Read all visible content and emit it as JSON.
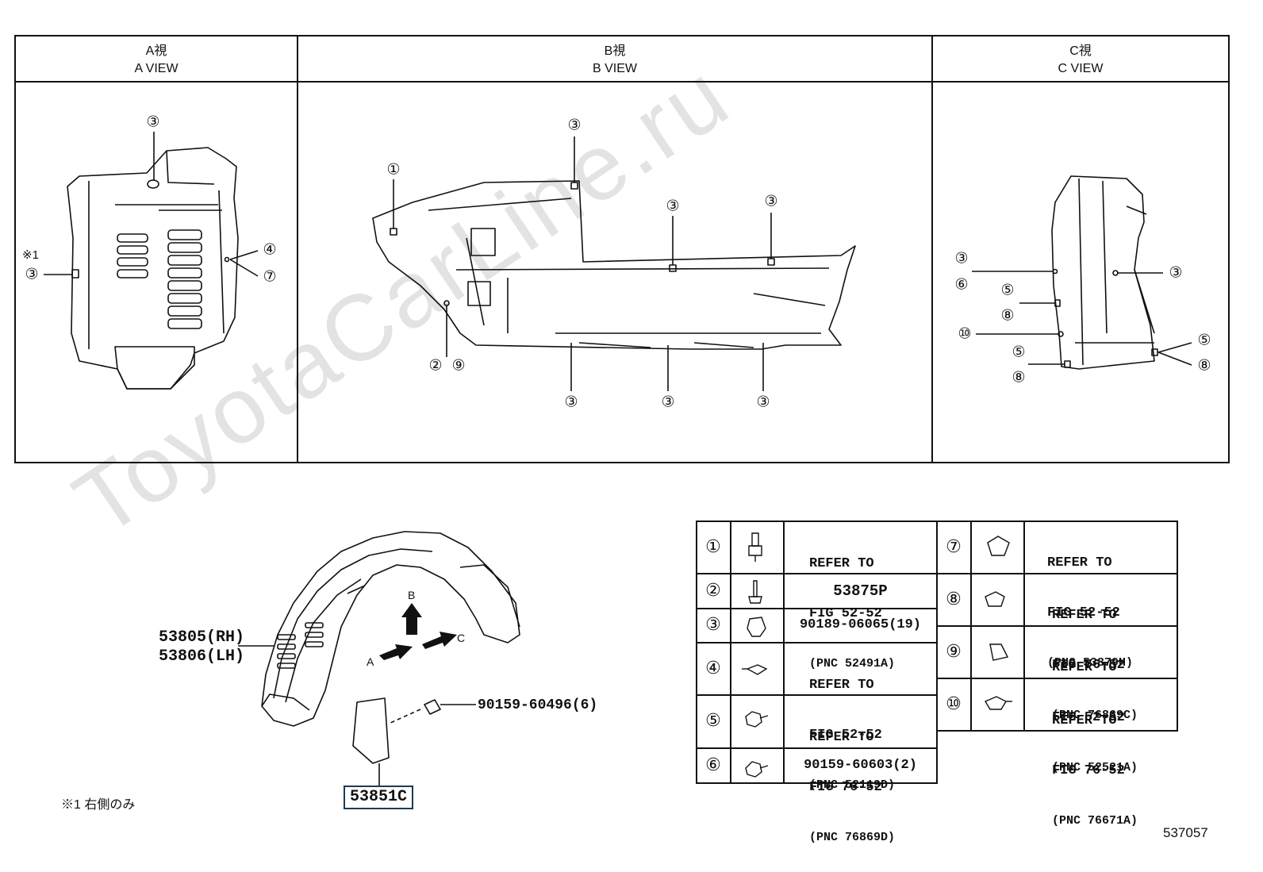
{
  "watermark": "ToyotaCarLine.ru",
  "views": [
    {
      "jp": "A視",
      "en": "A VIEW"
    },
    {
      "jp": "B視",
      "en": "B VIEW"
    },
    {
      "jp": "C視",
      "en": "C VIEW"
    }
  ],
  "view_a": {
    "note_mark": "※1",
    "callouts": [
      "③",
      "③",
      "④",
      "⑦"
    ]
  },
  "view_b": {
    "callouts": [
      "①",
      "③",
      "③",
      "③",
      "②",
      "⑨",
      "③",
      "③",
      "③"
    ]
  },
  "view_c": {
    "callouts": [
      "③",
      "⑥",
      "⑤",
      "⑧",
      "⑩",
      "⑤",
      "⑧",
      "③",
      "⑤",
      "⑧"
    ]
  },
  "main": {
    "part_rh": "53805(RH)",
    "part_lh": "53806(LH)",
    "arrow_a": "A",
    "arrow_b": "B",
    "arrow_c": "C",
    "bolt_part": "90159-60496(6)",
    "boxed_part": "53851C",
    "footnote": "※1 右側のみ"
  },
  "table": {
    "left": [
      {
        "num": "①",
        "l1": "REFER TO",
        "l2": "FIG 52-52",
        "l3": "(PNC 52491A)"
      },
      {
        "num": "②",
        "single": "53875P"
      },
      {
        "num": "③",
        "single": "90189-06065(19)"
      },
      {
        "num": "④",
        "l1": "REFER TO",
        "l2": "FIG 52-52",
        "l3": "(PNC 52119D)"
      },
      {
        "num": "⑤",
        "l1": "REFER TO",
        "l2": "FIG 76-52",
        "l3": "(PNC 76869D)"
      },
      {
        "num": "⑥",
        "single": "90159-60603(2)"
      }
    ],
    "right": [
      {
        "num": "⑦",
        "l1": "REFER TO",
        "l2": "FIG 52-52",
        "l3": "(PNC 53879H)"
      },
      {
        "num": "⑧",
        "l1": "REFER TO",
        "l2": "FIG 76-52",
        "l3": "(PNC 76869C)"
      },
      {
        "num": "⑨",
        "l1": "REFER TO",
        "l2": "FIG 52-52",
        "l3": "(PNC 52521A)"
      },
      {
        "num": "⑩",
        "l1": "REFER TO",
        "l2": "FIG 76-52",
        "l3": "(PNC 76671A)"
      }
    ]
  },
  "figure_id": "537057"
}
